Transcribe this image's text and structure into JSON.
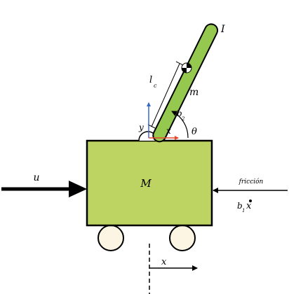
{
  "diagram": {
    "colors": {
      "body_fill": "#bed462",
      "stroke": "#000000",
      "pendulum_fill": "#94c84e",
      "wheel_fill": "#fdf5e4",
      "axis_x_color": "#e8482c",
      "axis_y_color": "#3a67c4",
      "background": "#ffffff"
    },
    "labels": {
      "cart_mass": "M",
      "input_force": "u",
      "friction": "fricción",
      "friction_term_main": "b",
      "friction_term_sub": "1",
      "friction_term_var": "x",
      "pendulum_mass": "m",
      "inertia": "I",
      "center_length_main": "l",
      "center_length_sub": "c",
      "pivot_damping_main": "b",
      "pivot_damping_sub": "2",
      "angle": "θ",
      "local_x_axis": "x",
      "local_y_axis": "y",
      "cart_position": "x"
    },
    "icons": {
      "center_of_mass": "center-of-mass-icon"
    }
  }
}
